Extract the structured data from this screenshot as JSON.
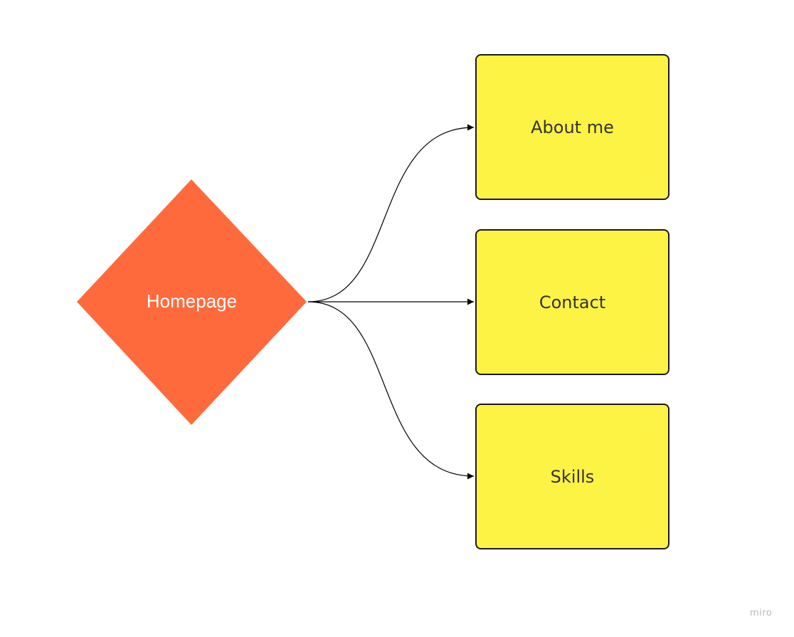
{
  "diagram": {
    "root": {
      "label": "Homepage",
      "shape": "diamond",
      "color": "#ff6a3d"
    },
    "children": [
      {
        "label": "About me",
        "shape": "rounded-rectangle",
        "color": "#fdf344"
      },
      {
        "label": "Contact",
        "shape": "rounded-rectangle",
        "color": "#fdf344"
      },
      {
        "label": "Skills",
        "shape": "rounded-rectangle",
        "color": "#fdf344"
      }
    ],
    "edges": [
      {
        "from": "Homepage",
        "to": "About me"
      },
      {
        "from": "Homepage",
        "to": "Contact"
      },
      {
        "from": "Homepage",
        "to": "Skills"
      }
    ],
    "edge_color": "#000000"
  },
  "watermark": "miro"
}
